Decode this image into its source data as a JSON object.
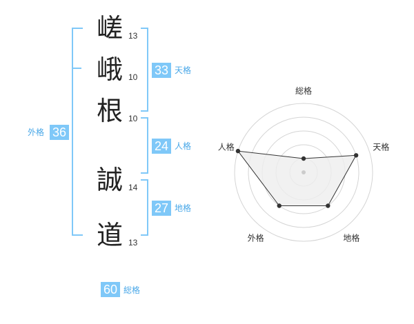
{
  "name_chars": [
    {
      "char": "嵯",
      "strokes": "13"
    },
    {
      "char": "峨",
      "strokes": "10"
    },
    {
      "char": "根",
      "strokes": "10"
    },
    {
      "char": "誠",
      "strokes": "14"
    },
    {
      "char": "道",
      "strokes": "13"
    }
  ],
  "kaku": {
    "tenkaku": {
      "value": "33",
      "label": "天格"
    },
    "jinkaku": {
      "value": "24",
      "label": "人格"
    },
    "chikaku": {
      "value": "27",
      "label": "地格"
    },
    "gaikaku": {
      "value": "36",
      "label": "外格"
    },
    "soukaku": {
      "value": "60",
      "label": "総格"
    }
  },
  "colors": {
    "accent": "#7fc8f8",
    "accent_text": "#4aa8e8",
    "polygon_fill": "#eeeeee"
  },
  "chart_data": {
    "type": "radar",
    "axes": [
      "総格",
      "天格",
      "地格",
      "外格",
      "人格"
    ],
    "max": 5,
    "values": [
      1,
      4,
      3,
      3,
      5
    ]
  }
}
